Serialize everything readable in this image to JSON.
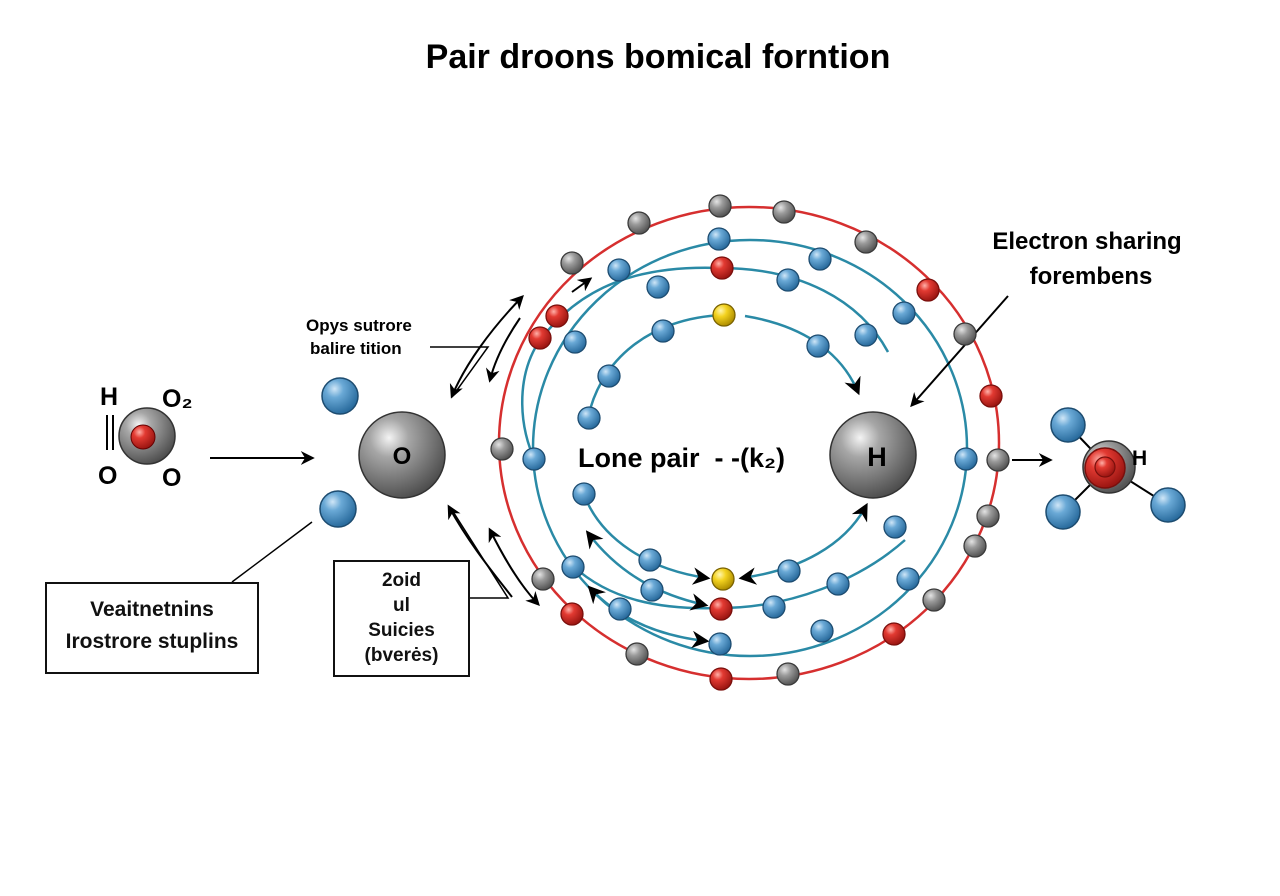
{
  "title": "Pair droons bomical forntion",
  "reactant": {
    "labels": {
      "top_left": "H",
      "top_right": "O₂",
      "bottom_left": "O",
      "bottom_right": "O"
    }
  },
  "central_atoms": {
    "left": "O",
    "right": "H"
  },
  "center_label": "Lone pair  - -(k₂)",
  "annotations": {
    "top_left": [
      "Opys sutrore",
      "balire tition"
    ],
    "top_right": [
      "Electron sharing",
      "forembens"
    ],
    "box_left": [
      "Veaitnetnins",
      "Irostrore stuplins"
    ],
    "box_mid": [
      "2oid",
      "ul",
      "Suicies",
      "(bverės)"
    ]
  },
  "product": {
    "label": "H"
  },
  "colors": {
    "outer_ring": "#d62f2f",
    "inner_rings": "#2a8aa6",
    "electron_blue": "#4a90c4",
    "electron_red": "#d9302c",
    "electron_gray": "#8a8a8a",
    "electron_yellow": "#f2cf1d",
    "atom_gray": "#7a7a7a"
  }
}
